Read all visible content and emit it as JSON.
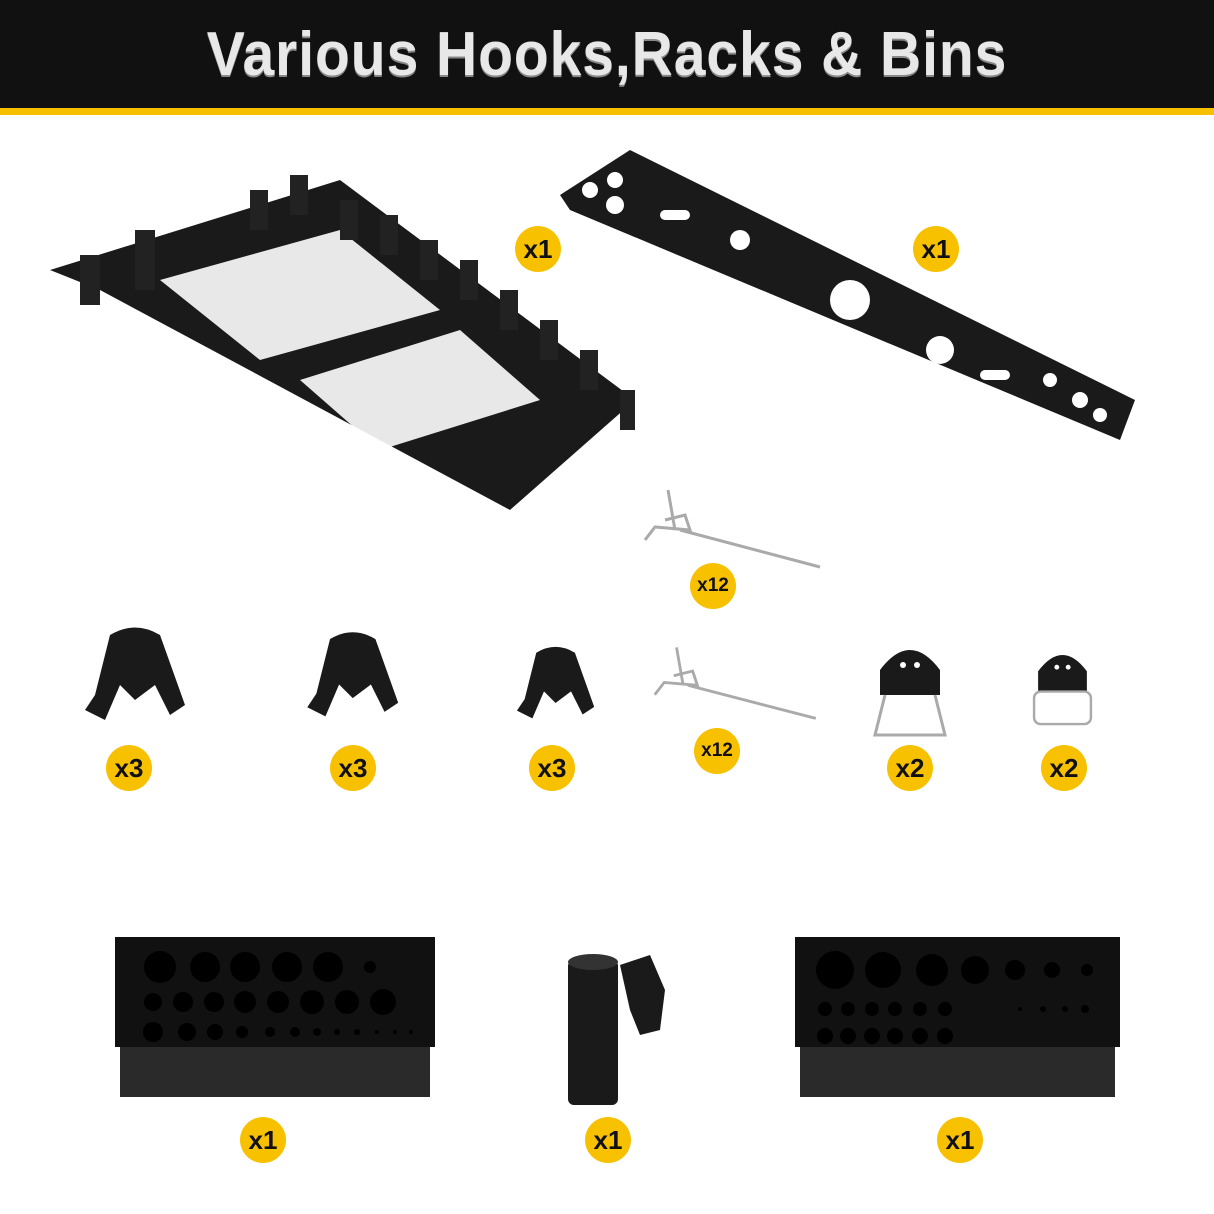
{
  "header": {
    "title": "Various Hooks,Racks & Bins",
    "background_color": "#111111",
    "accent_color": "#f7c100"
  },
  "items": [
    {
      "name": "wrench-rack",
      "quantity": "x1"
    },
    {
      "name": "metal-tool-rack",
      "quantity": "x1"
    },
    {
      "name": "peg-hook-1",
      "quantity": "x12"
    },
    {
      "name": "clip-holder-large",
      "quantity": "x3"
    },
    {
      "name": "clip-holder-medium",
      "quantity": "x3"
    },
    {
      "name": "clip-holder-small",
      "quantity": "x3"
    },
    {
      "name": "peg-hook-2",
      "quantity": "x12"
    },
    {
      "name": "u-hook-holder",
      "quantity": "x2"
    },
    {
      "name": "loop-hook-holder",
      "quantity": "x2"
    },
    {
      "name": "bit-bin-left",
      "quantity": "x1"
    },
    {
      "name": "cup-holder",
      "quantity": "x1"
    },
    {
      "name": "bit-bin-right",
      "quantity": "x1"
    }
  ]
}
